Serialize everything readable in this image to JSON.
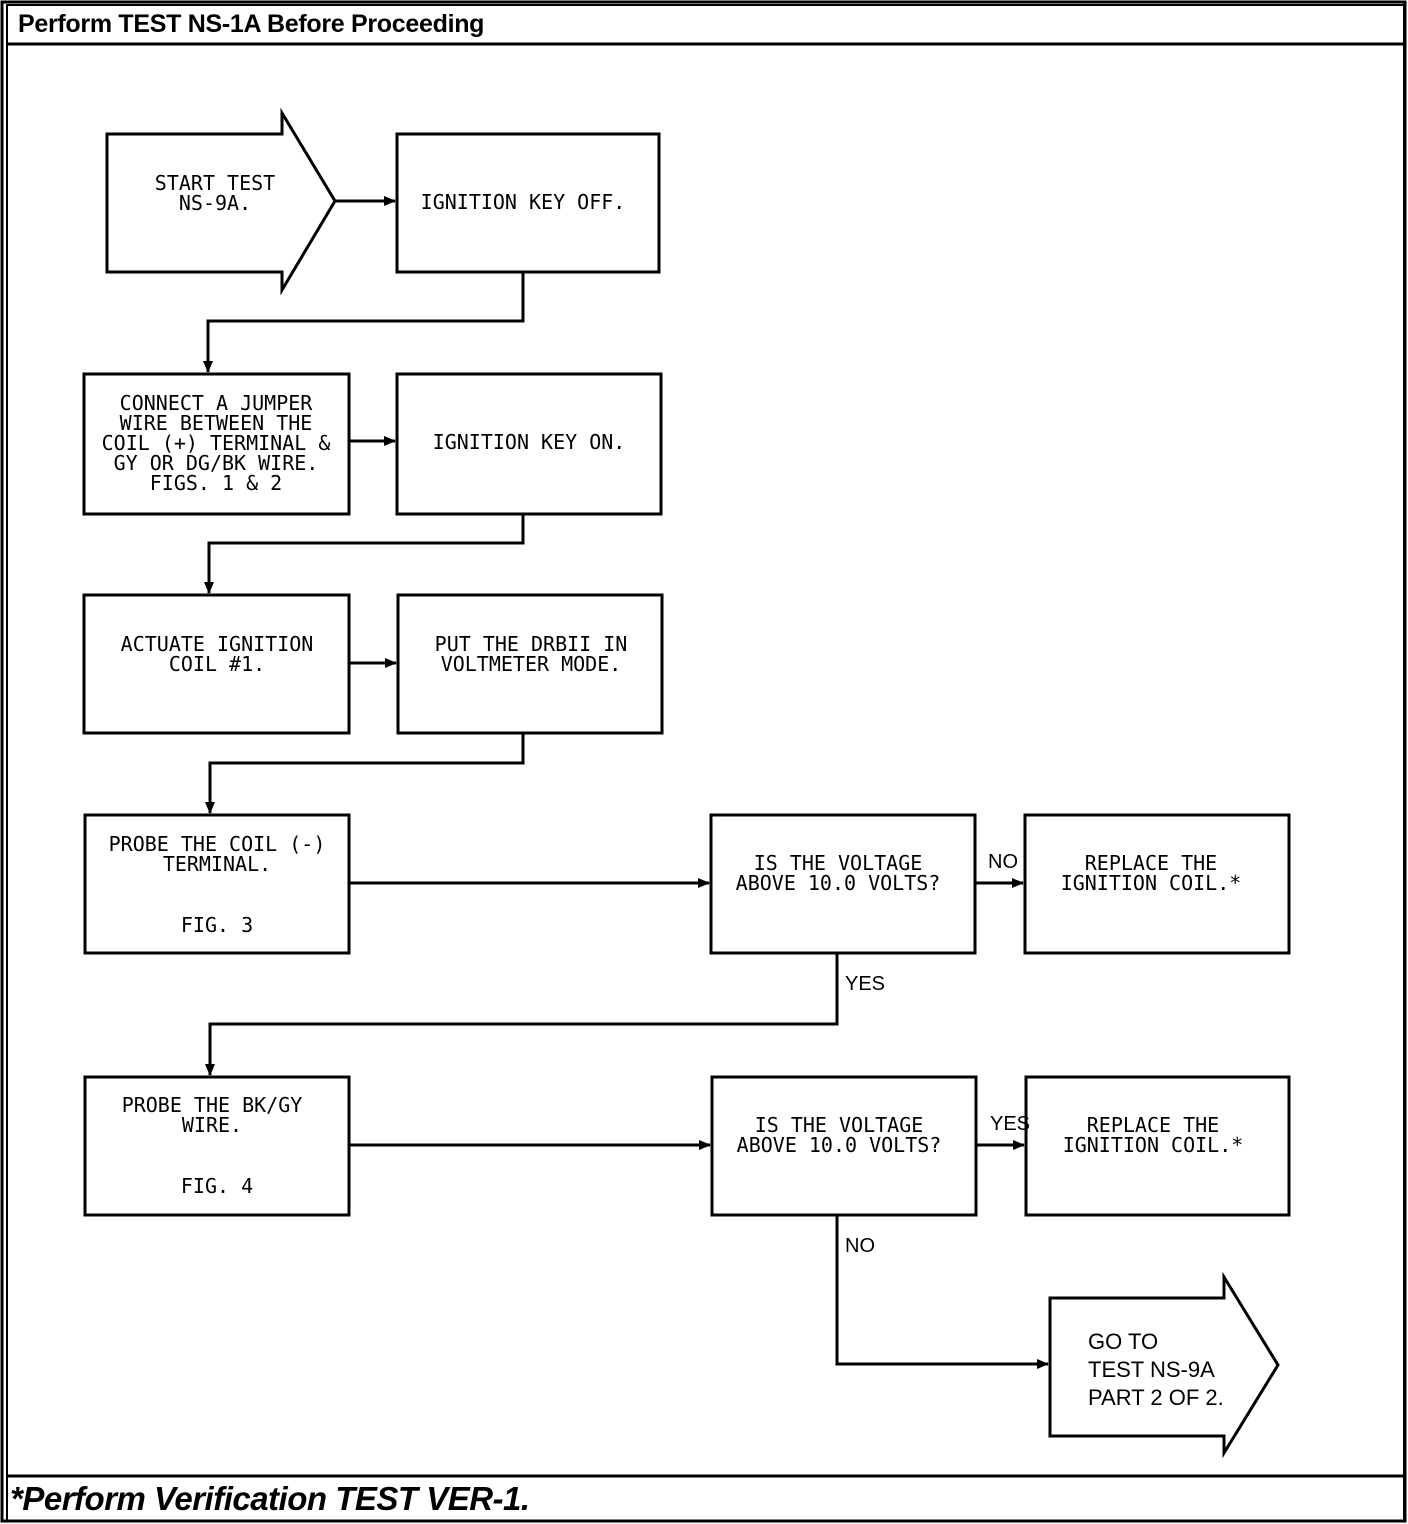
{
  "header": {
    "title": "Perform TEST NS-1A Before Proceeding"
  },
  "footer": {
    "note": "*Perform Verification TEST VER-1."
  },
  "nodes": {
    "start": "START TEST\nNS-9A.",
    "key_off": "IGNITION KEY OFF.",
    "jumper": "CONNECT A JUMPER\nWIRE BETWEEN THE\nCOIL (+) TERMINAL &\nGY OR DG/BK WIRE.\nFIGS. 1 & 2",
    "key_on": "IGNITION KEY ON.",
    "actuate": "ACTUATE IGNITION\nCOIL #1.",
    "drbii": "PUT THE DRBII IN\nVOLTMETER MODE.",
    "probe_coil": "PROBE THE COIL (-)\nTERMINAL.",
    "probe_coil_fig": "FIG. 3",
    "decision1": "IS THE VOLTAGE\nABOVE 10.0 VOLTS?",
    "replace1": "REPLACE THE\nIGNITION COIL.*",
    "probe_wire": "PROBE THE BK/GY\nWIRE.",
    "probe_wire_fig": "FIG. 4",
    "decision2": "IS THE VOLTAGE\nABOVE 10.0 VOLTS?",
    "replace2": "REPLACE THE\nIGNITION COIL.*",
    "goto": "GO TO\nTEST NS-9A\nPART 2 OF 2."
  },
  "edges": {
    "d1_no": "NO",
    "d1_yes": "YES",
    "d2_yes": "YES",
    "d2_no": "NO"
  }
}
